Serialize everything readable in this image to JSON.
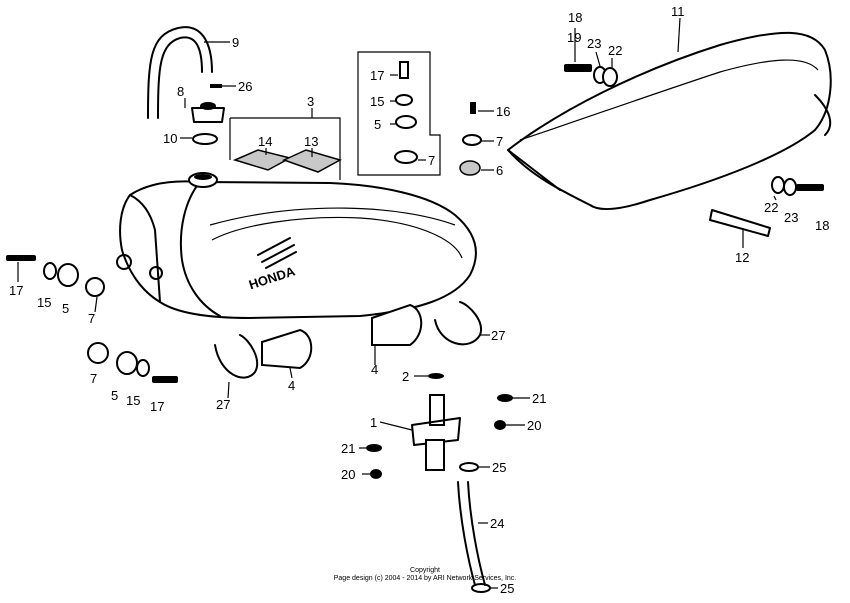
{
  "diagram": {
    "labels": [
      {
        "id": "9",
        "text": "9"
      },
      {
        "id": "26",
        "text": "26"
      },
      {
        "id": "8",
        "text": "8"
      },
      {
        "id": "10",
        "text": "10"
      },
      {
        "id": "3",
        "text": "3"
      },
      {
        "id": "14",
        "text": "14"
      },
      {
        "id": "13",
        "text": "13"
      },
      {
        "id": "17a",
        "text": "17"
      },
      {
        "id": "15a",
        "text": "15"
      },
      {
        "id": "5a",
        "text": "5"
      },
      {
        "id": "7a",
        "text": "7"
      },
      {
        "id": "16",
        "text": "16"
      },
      {
        "id": "7b",
        "text": "7"
      },
      {
        "id": "6",
        "text": "6"
      },
      {
        "id": "18a",
        "text": "18"
      },
      {
        "id": "19",
        "text": "19"
      },
      {
        "id": "23a",
        "text": "23"
      },
      {
        "id": "22a",
        "text": "22"
      },
      {
        "id": "11",
        "text": "11"
      },
      {
        "id": "22b",
        "text": "22"
      },
      {
        "id": "23b",
        "text": "23"
      },
      {
        "id": "18b",
        "text": "18"
      },
      {
        "id": "12",
        "text": "12"
      },
      {
        "id": "17b",
        "text": "17"
      },
      {
        "id": "15b",
        "text": "15"
      },
      {
        "id": "5b",
        "text": "5"
      },
      {
        "id": "7c",
        "text": "7"
      },
      {
        "id": "7d",
        "text": "7"
      },
      {
        "id": "5c",
        "text": "5"
      },
      {
        "id": "15c",
        "text": "15"
      },
      {
        "id": "17c",
        "text": "17"
      },
      {
        "id": "27a",
        "text": "27"
      },
      {
        "id": "4a",
        "text": "4"
      },
      {
        "id": "4b",
        "text": "4"
      },
      {
        "id": "27b",
        "text": "27"
      },
      {
        "id": "2",
        "text": "2"
      },
      {
        "id": "21a",
        "text": "21"
      },
      {
        "id": "1",
        "text": "1"
      },
      {
        "id": "20a",
        "text": "20"
      },
      {
        "id": "21b",
        "text": "21"
      },
      {
        "id": "20b",
        "text": "20"
      },
      {
        "id": "25a",
        "text": "25"
      },
      {
        "id": "24",
        "text": "24"
      },
      {
        "id": "25b",
        "text": "25"
      }
    ],
    "tank_logo": "HONDA",
    "copyright_line1": "Copyright",
    "copyright_line2": "Page design (c) 2004 - 2014 by ARI Network Services, Inc."
  }
}
